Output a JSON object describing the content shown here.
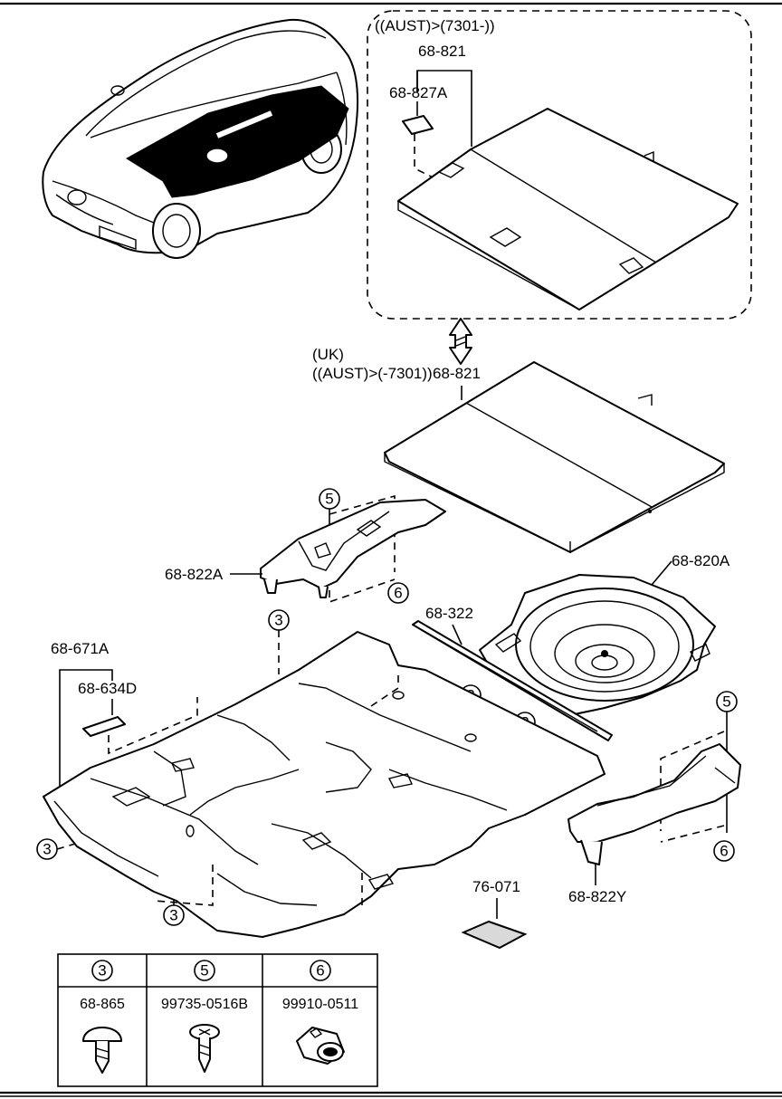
{
  "callouts": {
    "variant_aust_new": "((AUST)>(7301-))",
    "variant_uk": "(UK)",
    "variant_aust_old": "((AUST)>(-7301))",
    "tray_upper": "68-821",
    "tray_lower": "68-821",
    "mat_small": "68-827A",
    "spare_cover": "68-820A",
    "strip": "68-322",
    "bracket_left": "68-822A",
    "bracket_right": "68-822Y",
    "floor_mat": "68-671A",
    "floor_label": "68-634D",
    "pad": "76-071"
  },
  "ref_markers": {
    "three": "3",
    "five": "5",
    "six": "6"
  },
  "fastener_table": {
    "columns": [
      {
        "ref": "3",
        "part": "68-865",
        "icon": "push-clip-icon"
      },
      {
        "ref": "5",
        "part": "99735-0516B",
        "icon": "screw-icon"
      },
      {
        "ref": "6",
        "part": "99910-0511",
        "icon": "grommet-icon"
      }
    ]
  }
}
